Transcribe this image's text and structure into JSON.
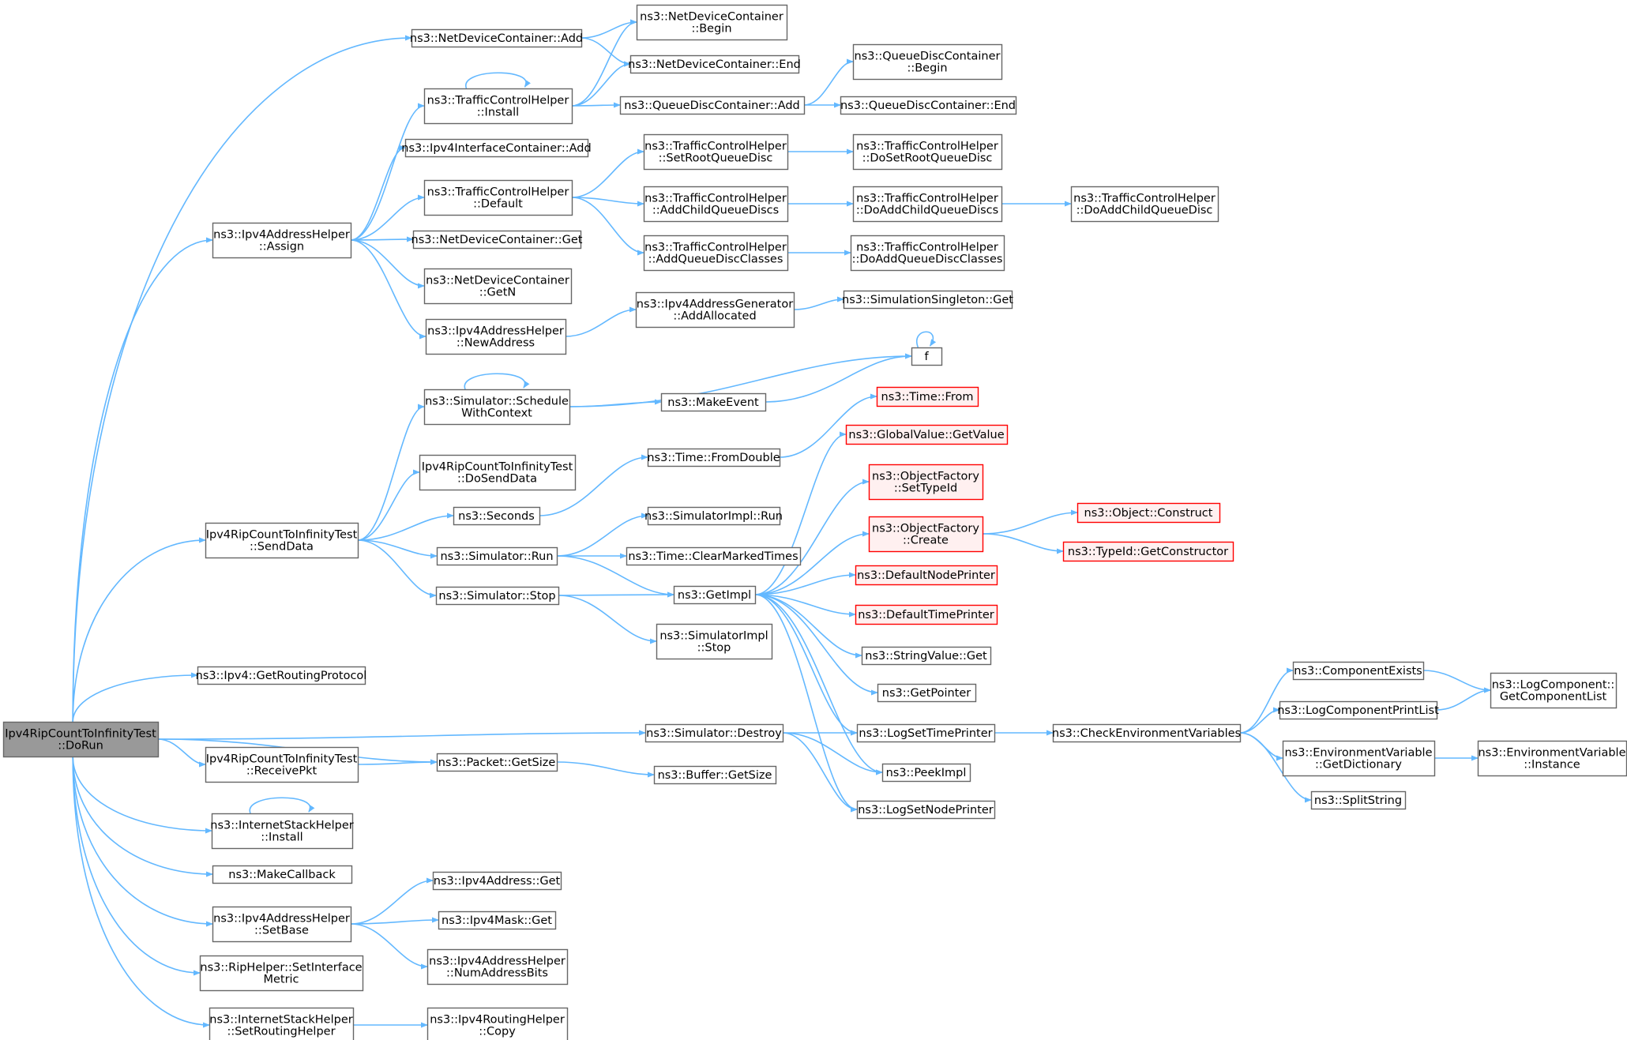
{
  "colors": {
    "edge": "#63b8ff",
    "node_border": "#666666",
    "node_fill": "#ffffff",
    "root_fill": "#999999",
    "root_border": "#666666",
    "truncated_border": "#ff0000",
    "truncated_fill": "#fff0f0"
  },
  "nodes": [
    {
      "id": "root",
      "lines": [
        "Ipv4RipCountToInfinityTest",
        "::DoRun"
      ],
      "style": "root"
    },
    {
      "id": "ndc_add",
      "lines": [
        "ns3::NetDeviceContainer::Add"
      ],
      "style": "normal"
    },
    {
      "id": "ndc_begin",
      "lines": [
        "ns3::NetDeviceContainer",
        "::Begin"
      ],
      "style": "normal"
    },
    {
      "id": "ndc_end",
      "lines": [
        "ns3::NetDeviceContainer::End"
      ],
      "style": "normal"
    },
    {
      "id": "tch_install",
      "lines": [
        "ns3::TrafficControlHelper",
        "::Install"
      ],
      "style": "normal"
    },
    {
      "id": "qdc_add",
      "lines": [
        "ns3::QueueDiscContainer::Add"
      ],
      "style": "normal"
    },
    {
      "id": "qdc_begin",
      "lines": [
        "ns3::QueueDiscContainer",
        "::Begin"
      ],
      "style": "normal"
    },
    {
      "id": "qdc_end",
      "lines": [
        "ns3::QueueDiscContainer::End"
      ],
      "style": "normal"
    },
    {
      "id": "ipv4ic_add",
      "lines": [
        "ns3::Ipv4InterfaceContainer::Add"
      ],
      "style": "normal"
    },
    {
      "id": "tch_default",
      "lines": [
        "ns3::TrafficControlHelper",
        "::Default"
      ],
      "style": "normal"
    },
    {
      "id": "tch_setroot",
      "lines": [
        "ns3::TrafficControlHelper",
        "::SetRootQueueDisc"
      ],
      "style": "normal"
    },
    {
      "id": "tch_dosetroot",
      "lines": [
        "ns3::TrafficControlHelper",
        "::DoSetRootQueueDisc"
      ],
      "style": "normal"
    },
    {
      "id": "tch_addchild",
      "lines": [
        "ns3::TrafficControlHelper",
        "::AddChildQueueDiscs"
      ],
      "style": "normal"
    },
    {
      "id": "tch_doaddchilds",
      "lines": [
        "ns3::TrafficControlHelper",
        "::DoAddChildQueueDiscs"
      ],
      "style": "normal"
    },
    {
      "id": "tch_doaddchild",
      "lines": [
        "ns3::TrafficControlHelper",
        "::DoAddChildQueueDisc"
      ],
      "style": "normal"
    },
    {
      "id": "tch_addclasses",
      "lines": [
        "ns3::TrafficControlHelper",
        "::AddQueueDiscClasses"
      ],
      "style": "normal"
    },
    {
      "id": "tch_doaddclasses",
      "lines": [
        "ns3::TrafficControlHelper",
        "::DoAddQueueDiscClasses"
      ],
      "style": "normal"
    },
    {
      "id": "ipv4ah_assign",
      "lines": [
        "ns3::Ipv4AddressHelper",
        "::Assign"
      ],
      "style": "normal"
    },
    {
      "id": "ndc_get",
      "lines": [
        "ns3::NetDeviceContainer::Get"
      ],
      "style": "normal"
    },
    {
      "id": "ndc_getn",
      "lines": [
        "ns3::NetDeviceContainer",
        "::GetN"
      ],
      "style": "normal"
    },
    {
      "id": "ipv4ah_newaddr",
      "lines": [
        "ns3::Ipv4AddressHelper",
        "::NewAddress"
      ],
      "style": "normal"
    },
    {
      "id": "ipv4ag_alloc",
      "lines": [
        "ns3::Ipv4AddressGenerator",
        "::AddAllocated"
      ],
      "style": "normal"
    },
    {
      "id": "simsingleton_get",
      "lines": [
        "ns3::SimulationSingleton::Get"
      ],
      "style": "normal"
    },
    {
      "id": "f",
      "lines": [
        "f"
      ],
      "style": "normal"
    },
    {
      "id": "sim_schedctx",
      "lines": [
        "ns3::Simulator::Schedule",
        "WithContext"
      ],
      "style": "normal"
    },
    {
      "id": "makeevent",
      "lines": [
        "ns3::MakeEvent"
      ],
      "style": "normal"
    },
    {
      "id": "time_from",
      "lines": [
        "ns3::Time::From"
      ],
      "style": "truncated"
    },
    {
      "id": "time_fromdouble",
      "lines": [
        "ns3::Time::FromDouble"
      ],
      "style": "normal"
    },
    {
      "id": "gv_getvalue",
      "lines": [
        "ns3::GlobalValue::GetValue"
      ],
      "style": "truncated"
    },
    {
      "id": "dosenddata",
      "lines": [
        "Ipv4RipCountToInfinityTest",
        "::DoSendData"
      ],
      "style": "normal"
    },
    {
      "id": "of_settypeid",
      "lines": [
        "ns3::ObjectFactory",
        "::SetTypeId"
      ],
      "style": "truncated"
    },
    {
      "id": "seconds",
      "lines": [
        "ns3::Seconds"
      ],
      "style": "normal"
    },
    {
      "id": "simimpl_run",
      "lines": [
        "ns3::SimulatorImpl::Run"
      ],
      "style": "normal"
    },
    {
      "id": "senddata",
      "lines": [
        "Ipv4RipCountToInfinityTest",
        "::SendData"
      ],
      "style": "normal"
    },
    {
      "id": "of_create",
      "lines": [
        "ns3::ObjectFactory",
        "::Create"
      ],
      "style": "truncated"
    },
    {
      "id": "obj_construct",
      "lines": [
        "ns3::Object::Construct"
      ],
      "style": "truncated"
    },
    {
      "id": "typeid_getctor",
      "lines": [
        "ns3::TypeId::GetConstructor"
      ],
      "style": "truncated"
    },
    {
      "id": "sim_run",
      "lines": [
        "ns3::Simulator::Run"
      ],
      "style": "normal"
    },
    {
      "id": "time_clearmarked",
      "lines": [
        "ns3::Time::ClearMarkedTimes"
      ],
      "style": "normal"
    },
    {
      "id": "defnodeprinter",
      "lines": [
        "ns3::DefaultNodePrinter"
      ],
      "style": "truncated"
    },
    {
      "id": "sim_stop",
      "lines": [
        "ns3::Simulator::Stop"
      ],
      "style": "normal"
    },
    {
      "id": "getimpl",
      "lines": [
        "ns3::GetImpl"
      ],
      "style": "normal"
    },
    {
      "id": "deftimeprinter",
      "lines": [
        "ns3::DefaultTimePrinter"
      ],
      "style": "truncated"
    },
    {
      "id": "simimpl_stop",
      "lines": [
        "ns3::SimulatorImpl",
        "::Stop"
      ],
      "style": "normal"
    },
    {
      "id": "stringvalue_get",
      "lines": [
        "ns3::StringValue::Get"
      ],
      "style": "normal"
    },
    {
      "id": "getpointer",
      "lines": [
        "ns3::GetPointer"
      ],
      "style": "normal"
    },
    {
      "id": "ipv4_getrouting",
      "lines": [
        "ns3::Ipv4::GetRoutingProtocol"
      ],
      "style": "normal"
    },
    {
      "id": "componentexists",
      "lines": [
        "ns3::ComponentExists"
      ],
      "style": "normal"
    },
    {
      "id": "logcomp_getlist",
      "lines": [
        "ns3::LogComponent::",
        "GetComponentList"
      ],
      "style": "normal"
    },
    {
      "id": "logcompprintlist",
      "lines": [
        "ns3::LogComponentPrintList"
      ],
      "style": "normal"
    },
    {
      "id": "sim_destroy",
      "lines": [
        "ns3::Simulator::Destroy"
      ],
      "style": "normal"
    },
    {
      "id": "logsettimeprinter",
      "lines": [
        "ns3::LogSetTimePrinter"
      ],
      "style": "normal"
    },
    {
      "id": "checkenv",
      "lines": [
        "ns3::CheckEnvironmentVariables"
      ],
      "style": "normal"
    },
    {
      "id": "receivepkt",
      "lines": [
        "Ipv4RipCountToInfinityTest",
        "::ReceivePkt"
      ],
      "style": "normal"
    },
    {
      "id": "packet_getsize",
      "lines": [
        "ns3::Packet::GetSize"
      ],
      "style": "normal"
    },
    {
      "id": "envvar_getdict",
      "lines": [
        "ns3::EnvironmentVariable",
        "::GetDictionary"
      ],
      "style": "normal"
    },
    {
      "id": "envvar_instance",
      "lines": [
        "ns3::EnvironmentVariable",
        "::Instance"
      ],
      "style": "normal"
    },
    {
      "id": "peekimpl",
      "lines": [
        "ns3::PeekImpl"
      ],
      "style": "normal"
    },
    {
      "id": "buffer_getsize",
      "lines": [
        "ns3::Buffer::GetSize"
      ],
      "style": "normal"
    },
    {
      "id": "splitstring",
      "lines": [
        "ns3::SplitString"
      ],
      "style": "normal"
    },
    {
      "id": "ish_install",
      "lines": [
        "ns3::InternetStackHelper",
        "::Install"
      ],
      "style": "normal"
    },
    {
      "id": "logsetnodeprinter",
      "lines": [
        "ns3::LogSetNodePrinter"
      ],
      "style": "normal"
    },
    {
      "id": "makecallback",
      "lines": [
        "ns3::MakeCallback"
      ],
      "style": "normal"
    },
    {
      "id": "ipv4addr_get",
      "lines": [
        "ns3::Ipv4Address::Get"
      ],
      "style": "normal"
    },
    {
      "id": "ipv4ah_setbase",
      "lines": [
        "ns3::Ipv4AddressHelper",
        "::SetBase"
      ],
      "style": "normal"
    },
    {
      "id": "ipv4mask_get",
      "lines": [
        "ns3::Ipv4Mask::Get"
      ],
      "style": "normal"
    },
    {
      "id": "riphelper_setmetric",
      "lines": [
        "ns3::RipHelper::SetInterface",
        "Metric"
      ],
      "style": "normal"
    },
    {
      "id": "ipv4ah_numbits",
      "lines": [
        "ns3::Ipv4AddressHelper",
        "::NumAddressBits"
      ],
      "style": "normal"
    },
    {
      "id": "ish_setrouting",
      "lines": [
        "ns3::InternetStackHelper",
        "::SetRoutingHelper"
      ],
      "style": "normal"
    },
    {
      "id": "ipv4rh_copy",
      "lines": [
        "ns3::Ipv4RoutingHelper",
        "::Copy"
      ],
      "style": "normal"
    }
  ],
  "edges": [
    [
      "root",
      "ndc_add"
    ],
    [
      "root",
      "ipv4ah_assign"
    ],
    [
      "root",
      "senddata"
    ],
    [
      "root",
      "sim_destroy"
    ],
    [
      "root",
      "ipv4_getrouting"
    ],
    [
      "root",
      "receivepkt"
    ],
    [
      "root",
      "packet_getsize"
    ],
    [
      "root",
      "ish_install"
    ],
    [
      "root",
      "makecallback"
    ],
    [
      "root",
      "ipv4ah_setbase"
    ],
    [
      "root",
      "riphelper_setmetric"
    ],
    [
      "root",
      "ish_setrouting"
    ],
    [
      "ndc_add",
      "ndc_begin"
    ],
    [
      "ndc_add",
      "ndc_end"
    ],
    [
      "tch_install",
      "tch_install"
    ],
    [
      "tch_install",
      "ndc_begin"
    ],
    [
      "tch_install",
      "ndc_end"
    ],
    [
      "tch_install",
      "qdc_add"
    ],
    [
      "qdc_add",
      "qdc_begin"
    ],
    [
      "qdc_add",
      "qdc_end"
    ],
    [
      "ipv4ah_assign",
      "tch_install"
    ],
    [
      "ipv4ah_assign",
      "ipv4ic_add"
    ],
    [
      "ipv4ah_assign",
      "tch_default"
    ],
    [
      "ipv4ah_assign",
      "ndc_get"
    ],
    [
      "ipv4ah_assign",
      "ndc_getn"
    ],
    [
      "ipv4ah_assign",
      "ipv4ah_newaddr"
    ],
    [
      "tch_default",
      "tch_setroot"
    ],
    [
      "tch_default",
      "tch_addchild"
    ],
    [
      "tch_default",
      "tch_addclasses"
    ],
    [
      "tch_setroot",
      "tch_dosetroot"
    ],
    [
      "tch_addchild",
      "tch_doaddchilds"
    ],
    [
      "tch_doaddchilds",
      "tch_doaddchild"
    ],
    [
      "tch_addclasses",
      "tch_doaddclasses"
    ],
    [
      "ipv4ah_newaddr",
      "ipv4ag_alloc"
    ],
    [
      "ipv4ag_alloc",
      "simsingleton_get"
    ],
    [
      "f",
      "f"
    ],
    [
      "sim_schedctx",
      "sim_schedctx"
    ],
    [
      "sim_schedctx",
      "f"
    ],
    [
      "sim_schedctx",
      "makeevent"
    ],
    [
      "makeevent",
      "f"
    ],
    [
      "senddata",
      "sim_schedctx"
    ],
    [
      "senddata",
      "dosenddata"
    ],
    [
      "senddata",
      "seconds"
    ],
    [
      "senddata",
      "sim_run"
    ],
    [
      "senddata",
      "sim_stop"
    ],
    [
      "seconds",
      "time_fromdouble"
    ],
    [
      "time_fromdouble",
      "time_from"
    ],
    [
      "sim_run",
      "simimpl_run"
    ],
    [
      "sim_run",
      "time_clearmarked"
    ],
    [
      "sim_run",
      "getimpl"
    ],
    [
      "sim_stop",
      "getimpl"
    ],
    [
      "sim_stop",
      "simimpl_stop"
    ],
    [
      "getimpl",
      "gv_getvalue"
    ],
    [
      "getimpl",
      "of_settypeid"
    ],
    [
      "getimpl",
      "of_create"
    ],
    [
      "getimpl",
      "defnodeprinter"
    ],
    [
      "getimpl",
      "deftimeprinter"
    ],
    [
      "getimpl",
      "stringvalue_get"
    ],
    [
      "getimpl",
      "getpointer"
    ],
    [
      "getimpl",
      "logsettimeprinter"
    ],
    [
      "getimpl",
      "peekimpl"
    ],
    [
      "getimpl",
      "logsetnodeprinter"
    ],
    [
      "of_create",
      "obj_construct"
    ],
    [
      "of_create",
      "typeid_getctor"
    ],
    [
      "sim_destroy",
      "logsettimeprinter"
    ],
    [
      "sim_destroy",
      "peekimpl"
    ],
    [
      "sim_destroy",
      "logsetnodeprinter"
    ],
    [
      "logsettimeprinter",
      "checkenv"
    ],
    [
      "checkenv",
      "componentexists"
    ],
    [
      "checkenv",
      "logcompprintlist"
    ],
    [
      "checkenv",
      "envvar_getdict"
    ],
    [
      "checkenv",
      "splitstring"
    ],
    [
      "componentexists",
      "logcomp_getlist"
    ],
    [
      "logcompprintlist",
      "logcomp_getlist"
    ],
    [
      "envvar_getdict",
      "envvar_instance"
    ],
    [
      "receivepkt",
      "packet_getsize"
    ],
    [
      "packet_getsize",
      "buffer_getsize"
    ],
    [
      "ish_install",
      "ish_install"
    ],
    [
      "ipv4ah_setbase",
      "ipv4addr_get"
    ],
    [
      "ipv4ah_setbase",
      "ipv4mask_get"
    ],
    [
      "ipv4ah_setbase",
      "ipv4ah_numbits"
    ],
    [
      "ish_setrouting",
      "ipv4rh_copy"
    ]
  ]
}
